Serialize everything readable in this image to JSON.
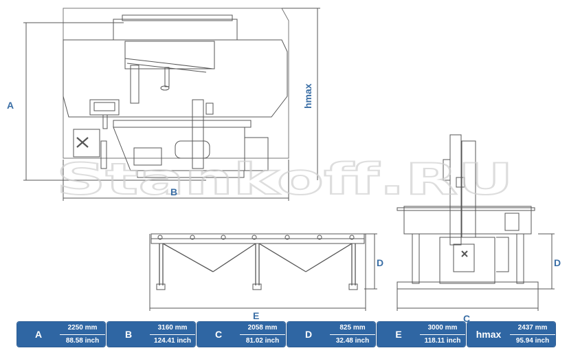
{
  "watermark": "Stankoff.RU",
  "dimension_labels": {
    "a": "A",
    "b": "B",
    "c": "C",
    "d_left": "D",
    "d_right": "D",
    "e": "E",
    "hmax": "hmax"
  },
  "specs": [
    {
      "key": "A",
      "mm": "2250 mm",
      "inch": "88.58 inch"
    },
    {
      "key": "B",
      "mm": "3160 mm",
      "inch": "124.41 inch"
    },
    {
      "key": "C",
      "mm": "2058 mm",
      "inch": "81.02 inch"
    },
    {
      "key": "D",
      "mm": "825 mm",
      "inch": "32.48 inch"
    },
    {
      "key": "E",
      "mm": "3000 mm",
      "inch": "118.11 inch"
    },
    {
      "key": "hmax",
      "mm": "2437 mm",
      "inch": "95.94 inch"
    }
  ],
  "colors": {
    "accent": "#2f66a3",
    "line": "#555555",
    "label": "#3a6ea5"
  }
}
